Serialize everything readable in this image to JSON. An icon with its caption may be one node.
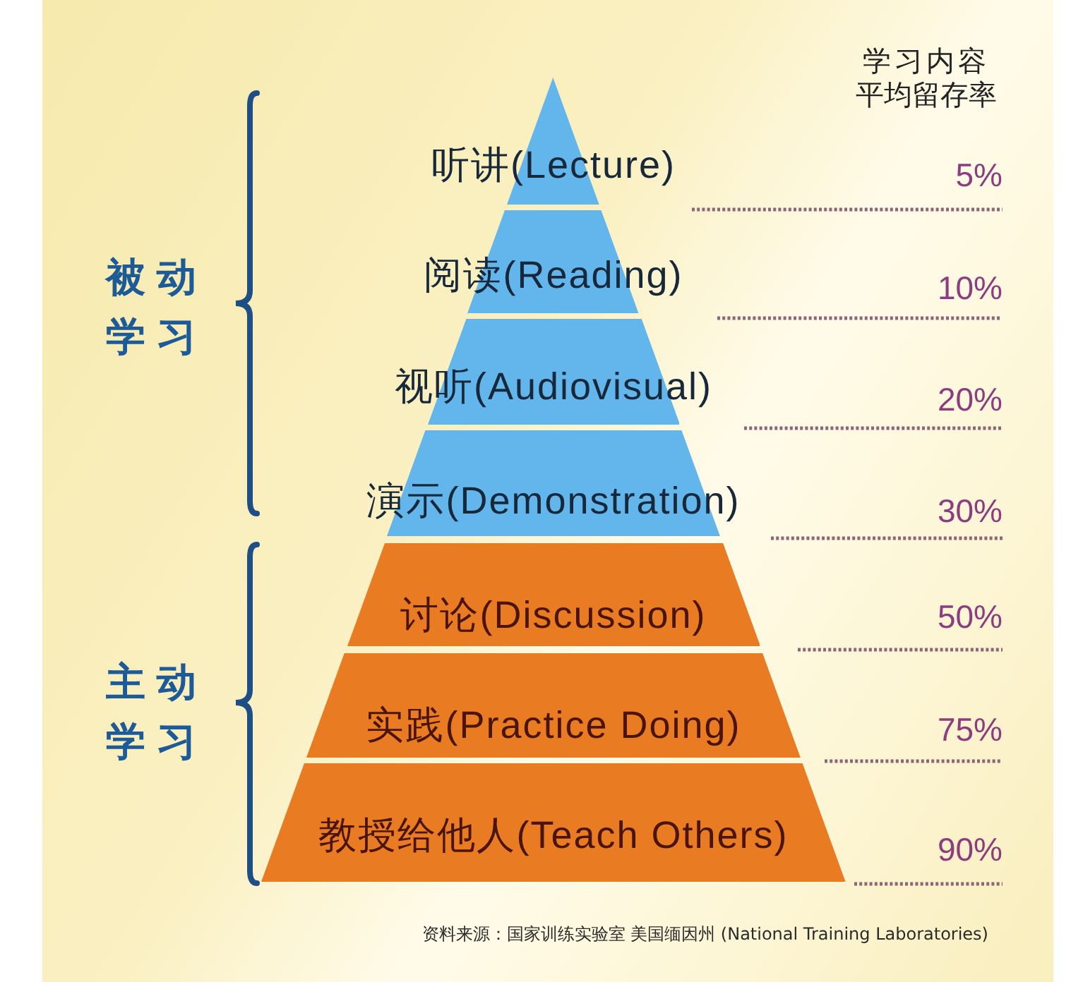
{
  "diagram": {
    "caption": "资料来源：国家训练实验室 美国缅因州 (National Training Laboratories)",
    "nodes": [
      {
        "text": [
          "听讲(Lecture)"
        ]
      },
      {
        "text": [
          "阅读(Reading)"
        ]
      },
      {
        "text": [
          "视听(Audiovisual)"
        ]
      },
      {
        "text": [
          "演示(Demonstration)"
        ]
      },
      {
        "text": [
          "讨论(Discussion)"
        ]
      },
      {
        "text": [
          "实践(Practice Doing)"
        ]
      },
      {
        "text": [
          "教授给他人(Teach Others)"
        ]
      }
    ],
    "labels": [
      "学习内容平均留存率",
      "5%",
      "被动学习",
      "10%",
      "20%",
      "30%",
      "50%",
      "主动学习",
      "75%",
      "90%"
    ]
  }
}
